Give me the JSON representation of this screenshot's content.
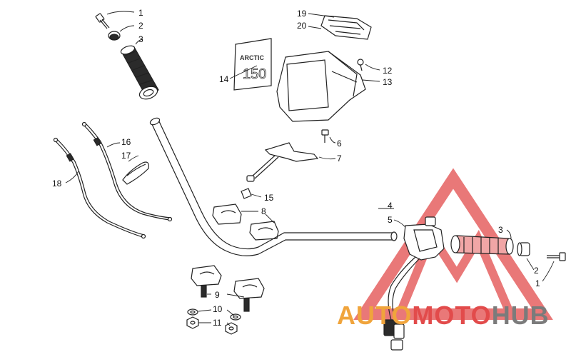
{
  "callouts": {
    "c1a": "1",
    "c2a": "2",
    "c3a": "3",
    "c19": "19",
    "c20": "20",
    "c12": "12",
    "c13": "13",
    "c14": "14",
    "c6": "6",
    "c7": "7",
    "c16": "16",
    "c17": "17",
    "c18": "18",
    "c15": "15",
    "c8": "8",
    "c4": "4",
    "c5": "5",
    "c3b": "3",
    "c2b": "2",
    "c1b": "1",
    "c9": "9",
    "c10": "10",
    "c11": "11"
  },
  "decal": {
    "line1": "ARCTIC",
    "line2": "150"
  },
  "watermark": {
    "auto": "AUTO",
    "moto": "MOTO",
    "hub": "HUB"
  },
  "colors": {
    "watermark_red": "#e24b4b",
    "watermark_orange": "#f0a43c",
    "watermark_gray": "#7b7b7b"
  }
}
